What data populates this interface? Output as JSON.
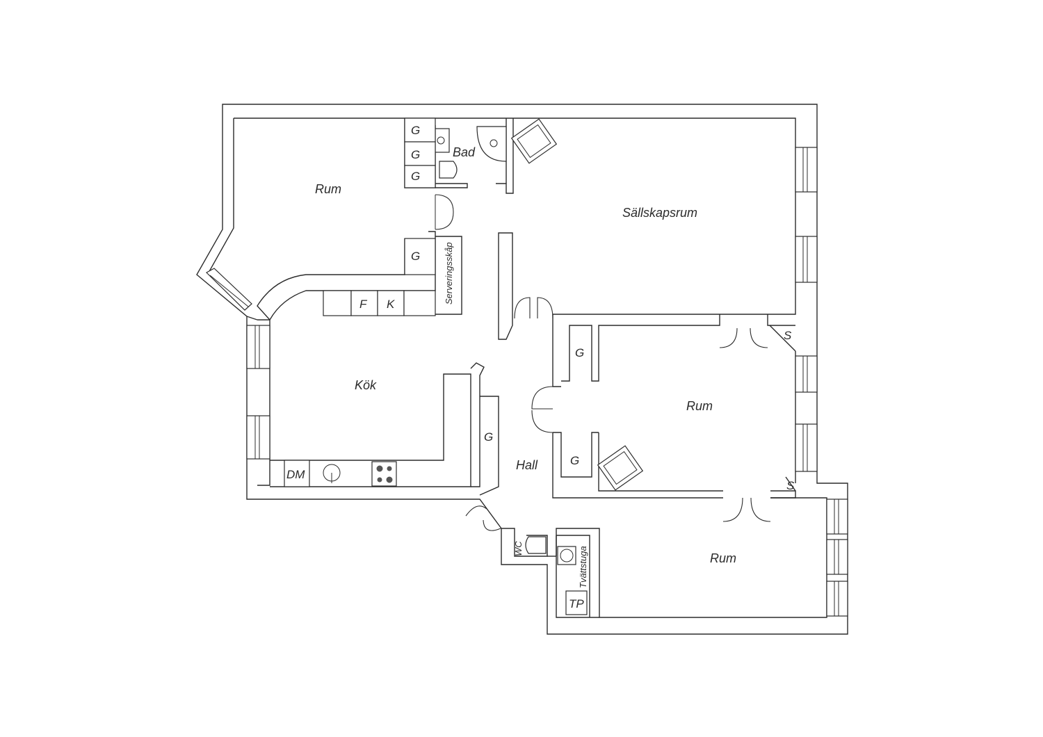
{
  "rooms": {
    "rum_nw": "Rum",
    "bad": "Bad",
    "sallskapsrum": "Sällskapsrum",
    "kok": "Kök",
    "hall": "Hall",
    "rum_mid": "Rum",
    "rum_se": "Rum",
    "wc": "WC",
    "tvattstuga": "Tvättstuga",
    "serveringsskap": "Serveringsskåp"
  },
  "fixtures": {
    "g": "G",
    "f": "F",
    "k": "K",
    "dm": "DM",
    "s": "S",
    "tp": "TP"
  }
}
